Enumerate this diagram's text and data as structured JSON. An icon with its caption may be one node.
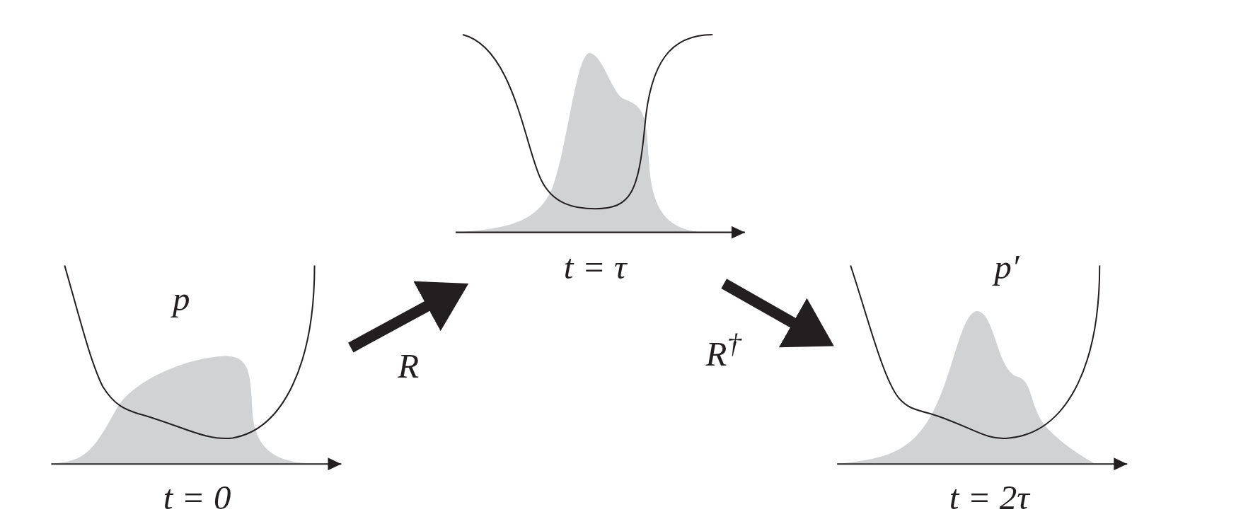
{
  "diagram": {
    "nodes": [
      {
        "text": [
          "p"
        ],
        "beside": [
          "t = 0"
        ]
      },
      {
        "text": [],
        "shape": "picture",
        "beside": [
          "t = τ"
        ]
      },
      {
        "text": [
          "p′"
        ],
        "beside": [
          "t = 2τ"
        ]
      }
    ],
    "edges": [
      {
        "from": 0,
        "to": 1,
        "arrow": "to",
        "label": "R"
      },
      {
        "from": 1,
        "to": 2,
        "arrow": "to",
        "label": "R$^{†}$"
      }
    ]
  }
}
